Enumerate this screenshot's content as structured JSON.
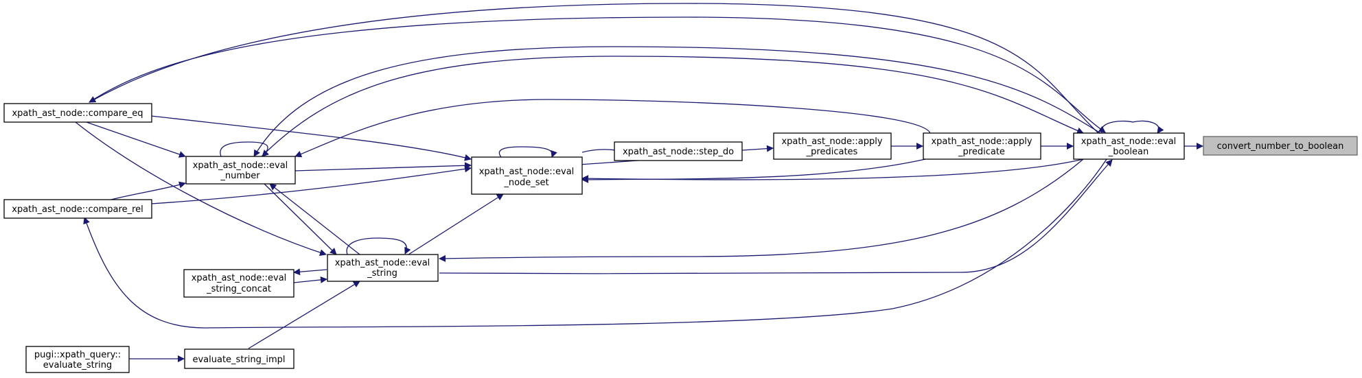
{
  "nodes": {
    "convert_number_to_boolean": {
      "lines": [
        "convert_number_to_boolean"
      ]
    },
    "eval_boolean": {
      "lines": [
        "xpath_ast_node::eval",
        "_boolean"
      ]
    },
    "apply_predicate": {
      "lines": [
        "xpath_ast_node::apply",
        "_predicate"
      ]
    },
    "apply_predicates": {
      "lines": [
        "xpath_ast_node::apply",
        "_predicates"
      ]
    },
    "step_do": {
      "lines": [
        "xpath_ast_node::step_do"
      ]
    },
    "eval_node_set": {
      "lines": [
        "xpath_ast_node::eval",
        "_node_set"
      ]
    },
    "eval_number": {
      "lines": [
        "xpath_ast_node::eval",
        "_number"
      ]
    },
    "compare_eq": {
      "lines": [
        "xpath_ast_node::compare_eq"
      ]
    },
    "compare_rel": {
      "lines": [
        "xpath_ast_node::compare_rel"
      ]
    },
    "eval_string": {
      "lines": [
        "xpath_ast_node::eval",
        "_string"
      ]
    },
    "eval_string_concat": {
      "lines": [
        "xpath_ast_node::eval",
        "_string_concat"
      ]
    },
    "evaluate_string_impl": {
      "lines": [
        "evaluate_string_impl"
      ]
    },
    "evaluate_string": {
      "lines": [
        "pugi::xpath_query::",
        "evaluate_string"
      ]
    }
  },
  "focus_node": "convert_number_to_boolean",
  "colors": {
    "edge": "#191970",
    "focus_fill": "#bfbfbf",
    "focus_stroke": "#666666"
  }
}
